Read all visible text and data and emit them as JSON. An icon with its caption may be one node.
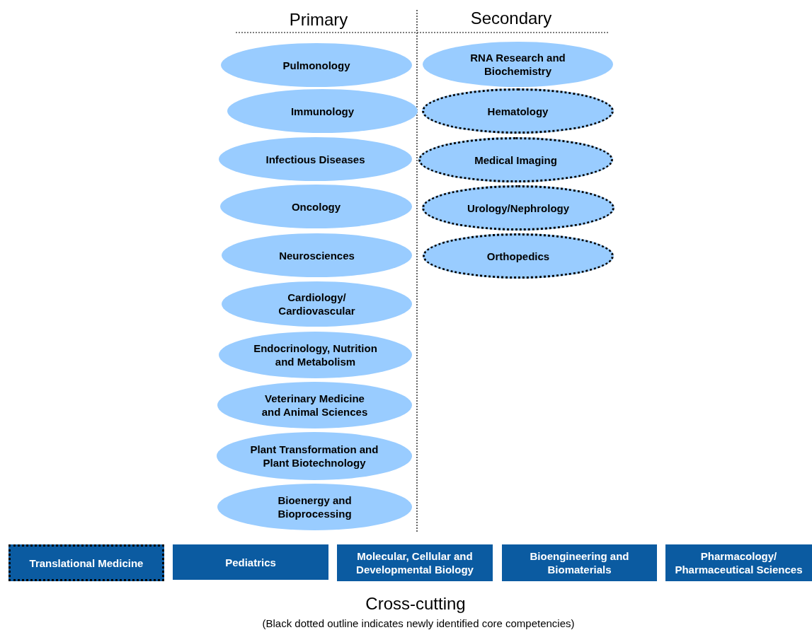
{
  "diagram": {
    "nodes": [
      {
        "text": [
          "Pulmonology"
        ]
      },
      {
        "text": [
          "Immunology"
        ]
      },
      {
        "text": [
          "Infectious Diseases"
        ]
      },
      {
        "text": [
          "Oncology"
        ]
      },
      {
        "text": [
          "Neurosciences"
        ]
      },
      {
        "text": [
          "Cardiology/ Cardiovascular"
        ]
      },
      {
        "text": [
          "Endocrinology, Nutrition and Metabolism"
        ]
      },
      {
        "text": [
          "Veterinary Medicine and Animal Sciences"
        ]
      },
      {
        "text": [
          "Plant Transformation and Plant Biotechnology"
        ]
      },
      {
        "text": [
          "Bioenergy and Bioprocessing"
        ]
      },
      {
        "text": [
          "RNA Research and Biochemistry"
        ]
      },
      {
        "text": [
          "Hematology"
        ]
      },
      {
        "text": [
          "Medical Imaging"
        ]
      },
      {
        "text": [
          "Urology/Nephrology"
        ]
      },
      {
        "text": [
          "Orthopedics"
        ]
      },
      {
        "text": [
          "Translational Medicine"
        ]
      },
      {
        "text": [
          "Pediatrics"
        ]
      },
      {
        "text": [
          "Molecular, Cellular and Developmental Biology"
        ]
      },
      {
        "text": [
          "Bioengineering and Biomaterials"
        ]
      },
      {
        "text": [
          "Pharmacology/ Pharmaceutical Sciences"
        ]
      }
    ],
    "labels": [
      "Primary",
      "Secondary",
      "Cross-cutting",
      "(Black dotted outline indicates newly identified core competencies)"
    ]
  }
}
